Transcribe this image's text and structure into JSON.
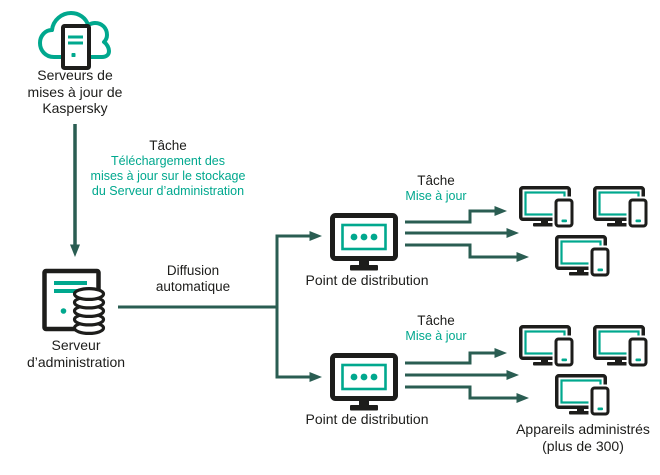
{
  "diagram": {
    "update_servers": {
      "label": "Serveurs de\nmises à jour de\nKaspersky"
    },
    "download_task": {
      "title": "Tâche",
      "description": "Téléchargement des\nmises à jour sur le stockage\ndu Serveur d’administration"
    },
    "admin_server": {
      "label": "Serveur\nd’administration"
    },
    "diffusion": {
      "label": "Diffusion\nautomatique"
    },
    "distribution_points": [
      {
        "label": "Point de distribution",
        "task_title": "Tâche",
        "task_name": "Mise à jour"
      },
      {
        "label": "Point de distribution",
        "task_title": "Tâche",
        "task_name": "Mise à jour"
      }
    ],
    "managed_devices": {
      "label": "Appareils administrés\n(plus de 300)"
    }
  },
  "colors": {
    "brand_teal": "#00A88E",
    "connector_green": "#2A5D52",
    "icon_black": "#1D1D1B",
    "background": "#FFFFFF"
  }
}
